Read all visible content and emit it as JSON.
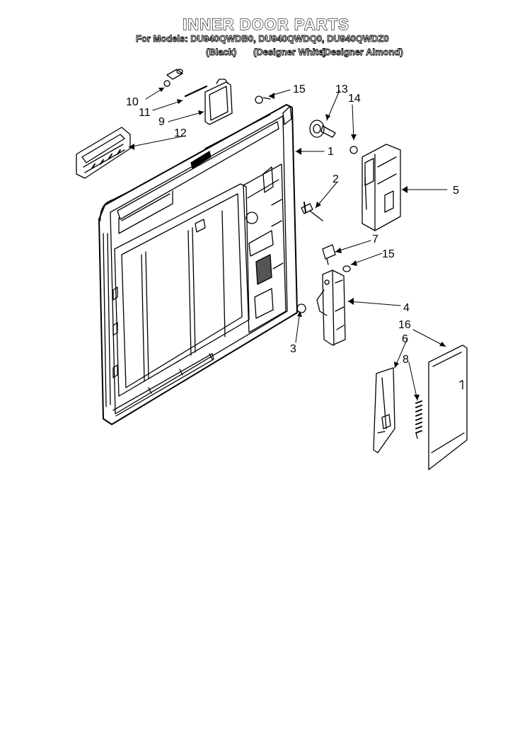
{
  "title": "INNER DOOR PARTS",
  "models_line": "For Models: DU940QWDB0, DU940QWDQ0, DU940QWDZ0",
  "variants": [
    "(Black)",
    "(Designer White)",
    "(Designer Almond)"
  ],
  "callouts": [
    "1",
    "2",
    "3",
    "4",
    "5",
    "6",
    "7",
    "8",
    "9",
    "10",
    "11",
    "12",
    "13",
    "14",
    "15",
    "15",
    "16"
  ]
}
